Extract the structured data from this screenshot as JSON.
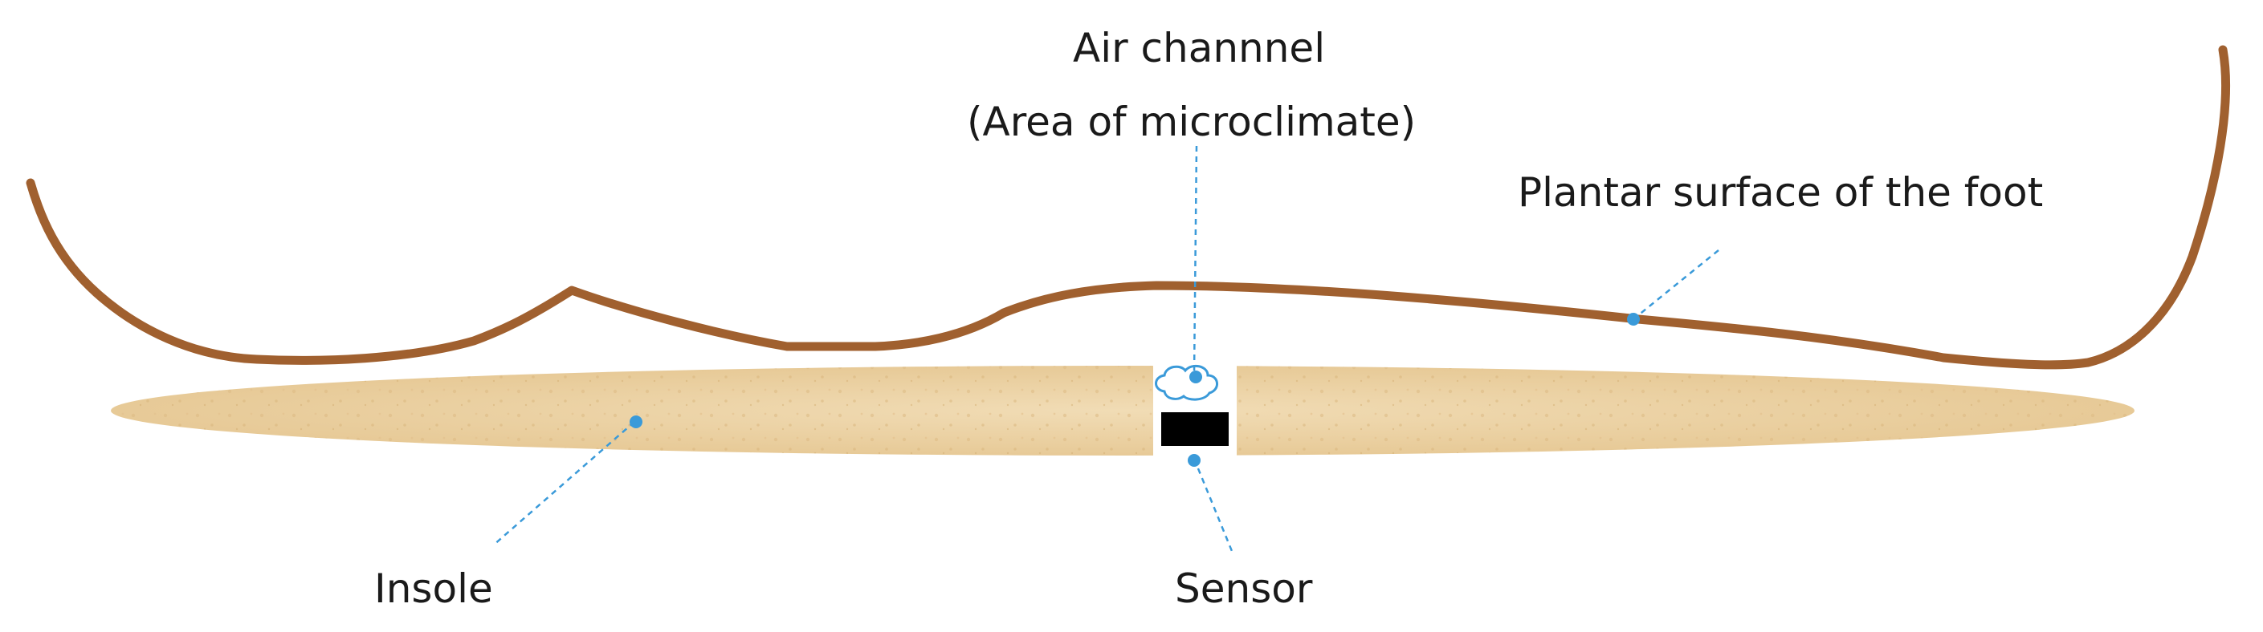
{
  "labels": {
    "air_channel_line1": "Air channnel",
    "air_channel_line2": "(Area of microclimate)",
    "plantar_surface": "Plantar surface of the foot",
    "insole": "Insole",
    "sensor": "Sensor"
  },
  "colors": {
    "foot_outline": "#a0602f",
    "insole_fill": "#ecd2a6",
    "leader_line": "#3a9ad9",
    "sensor_fill": "#000000",
    "text": "#1a1a1a"
  }
}
